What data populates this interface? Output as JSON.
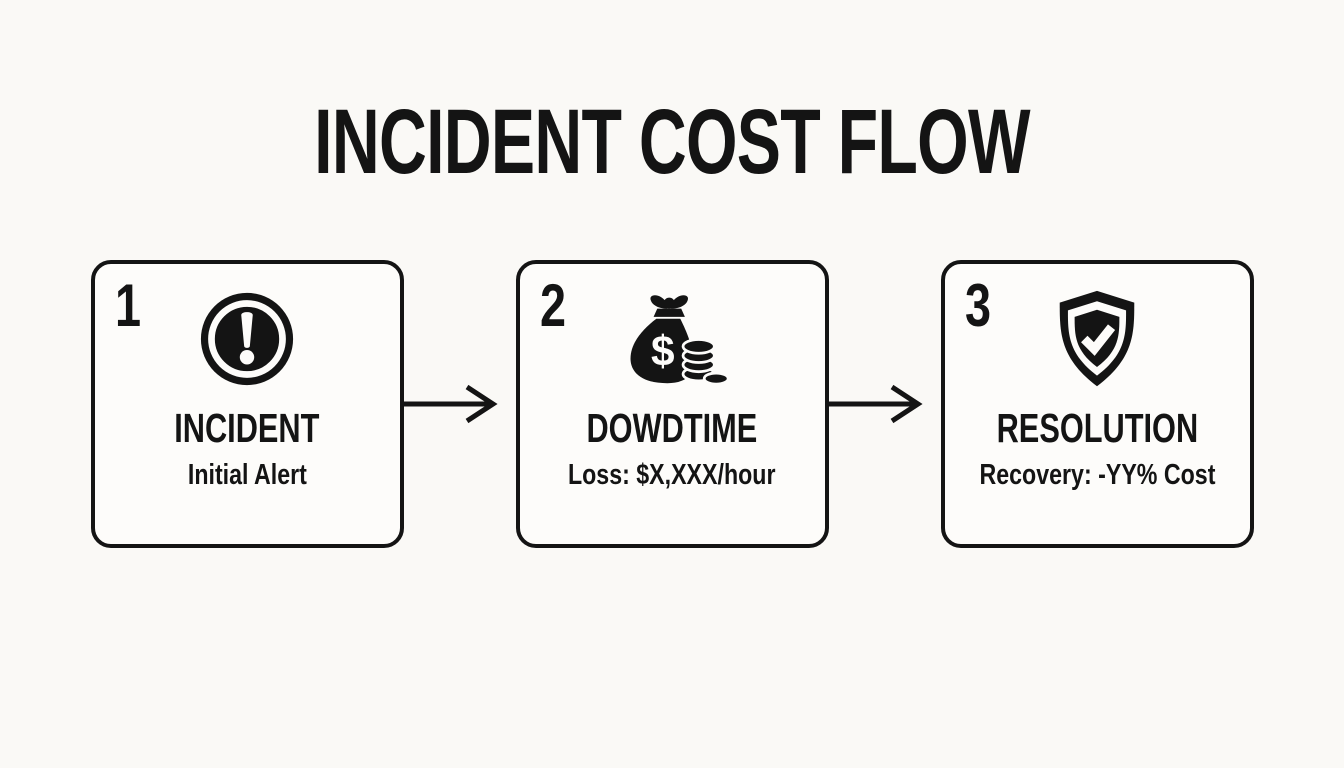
{
  "page": {
    "background_color": "#faf9f6",
    "foreground_color": "#141414",
    "card_fill_color": "#fdfcfa"
  },
  "title": "INCIDENT COST FLOW",
  "steps": [
    {
      "number": "1",
      "icon": "alert-circle-icon",
      "title": "INCIDENT",
      "subtitle": "Initial Alert"
    },
    {
      "number": "2",
      "icon": "money-bag-icon",
      "title": "DOWDTIME",
      "subtitle": "Loss: $X,XXX/hour"
    },
    {
      "number": "3",
      "icon": "shield-check-icon",
      "title": "RESOLUTION",
      "subtitle": "Recovery: -YY% Cost"
    }
  ],
  "connectors": [
    {
      "icon": "arrow-right-icon",
      "from": "INCIDENT",
      "to": "DOWDTIME"
    },
    {
      "icon": "arrow-right-icon",
      "from": "DOWDTIME",
      "to": "RESOLUTION"
    }
  ]
}
